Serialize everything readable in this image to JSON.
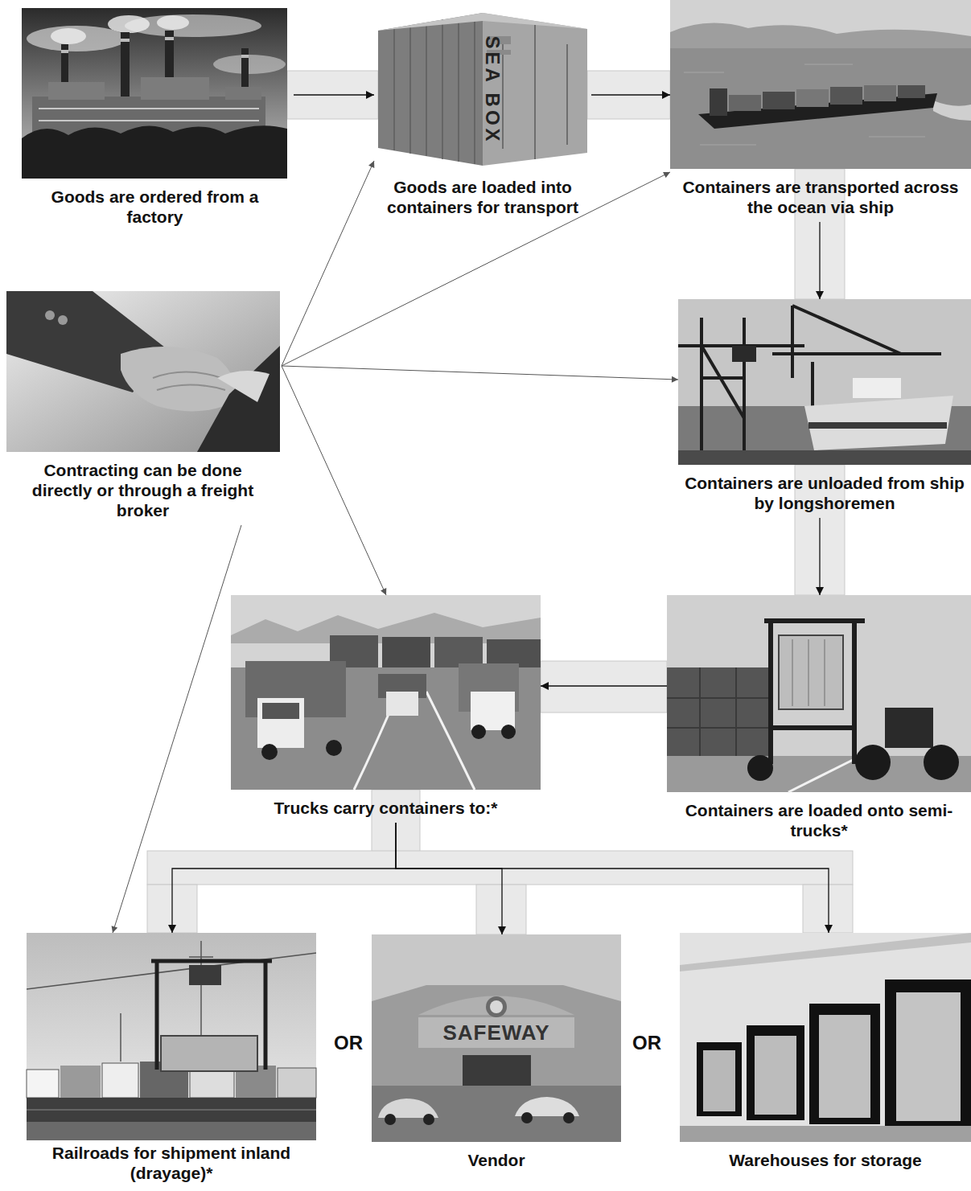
{
  "diagram": {
    "nodes": [
      {
        "text": [
          "Goods are ordered from a factory"
        ]
      },
      {
        "text": [
          "Goods are loaded into containers for transport"
        ]
      },
      {
        "text": [
          "Containers are transported across the ocean via ship"
        ]
      },
      {
        "text": [
          "Contracting can be done directly or through a freight broker"
        ]
      },
      {
        "text": [
          "Containers are unloaded from ship by longshoremen"
        ]
      },
      {
        "text": [
          "Trucks carry containers to:*"
        ]
      },
      {
        "text": [
          "Containers are loaded onto semi-trucks*"
        ]
      },
      {
        "text": [
          "Railroads for shipment inland (drayage)*"
        ]
      },
      {
        "text": [
          "Vendor"
        ]
      },
      {
        "text": [
          "Warehouses for storage"
        ]
      }
    ],
    "edges": [
      {
        "from": 0,
        "to": 1,
        "arrow": "to"
      },
      {
        "from": 1,
        "to": 2,
        "arrow": "to"
      },
      {
        "from": 2,
        "to": 4,
        "arrow": "to"
      },
      {
        "from": 4,
        "to": 6,
        "arrow": "to"
      },
      {
        "from": 6,
        "to": 5,
        "arrow": "to"
      },
      {
        "from": 5,
        "to": 7,
        "arrow": "to"
      },
      {
        "from": 5,
        "to": 8,
        "arrow": "to"
      },
      {
        "from": 5,
        "to": 9,
        "arrow": "to"
      },
      {
        "from": 3,
        "to": 1,
        "arrow": "to"
      },
      {
        "from": 3,
        "to": 2,
        "arrow": "to"
      },
      {
        "from": 3,
        "to": 4,
        "arrow": "to"
      },
      {
        "from": 3,
        "to": 5,
        "arrow": "to"
      },
      {
        "from": 3,
        "to": 7,
        "arrow": "to"
      }
    ],
    "labels": [
      "SEA BOX",
      "OR",
      "SAFEWAY",
      "OR"
    ]
  }
}
